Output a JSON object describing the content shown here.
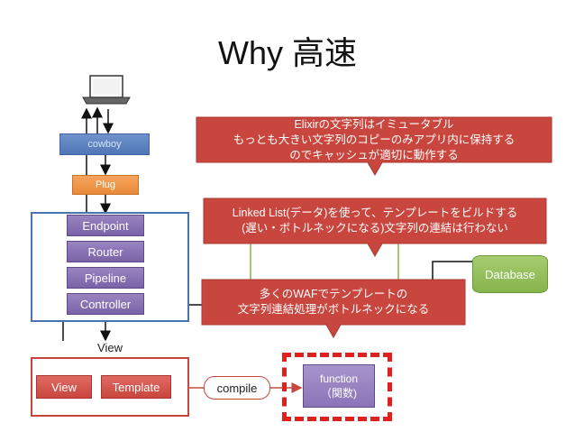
{
  "title": "Why 高速",
  "laptop_label": "",
  "cowboy": "cowboy",
  "plug": "Plug",
  "stack": [
    "Endpoint",
    "Router",
    "Pipeline",
    "Controller"
  ],
  "view_box": {
    "label": "View",
    "items": [
      "View",
      "Template"
    ]
  },
  "compile": "compile",
  "function_box": [
    "function",
    "（関数)"
  ],
  "database": "Database",
  "callouts": [
    [
      "Elixirの文字列はイミュータブル",
      "もっとも大きい文字列のコピーのみアプリ内に保持する",
      "のでキャッシュが適切に動作する"
    ],
    [
      "Linked List(データ)を使って、テンプレートをビルドする",
      "(遅い・ボトルネックになる)文字列の連結は行わない"
    ],
    [
      "多くのWAFでテンプレートの",
      "文字列連結処理がボトルネックになる"
    ]
  ],
  "colors": {
    "blue": "#4f77b6",
    "orange": "#e88a39",
    "purple": "#7a62a8",
    "red": "#c9463e",
    "green": "#86b44c",
    "dashed_red": "#e0201c"
  }
}
